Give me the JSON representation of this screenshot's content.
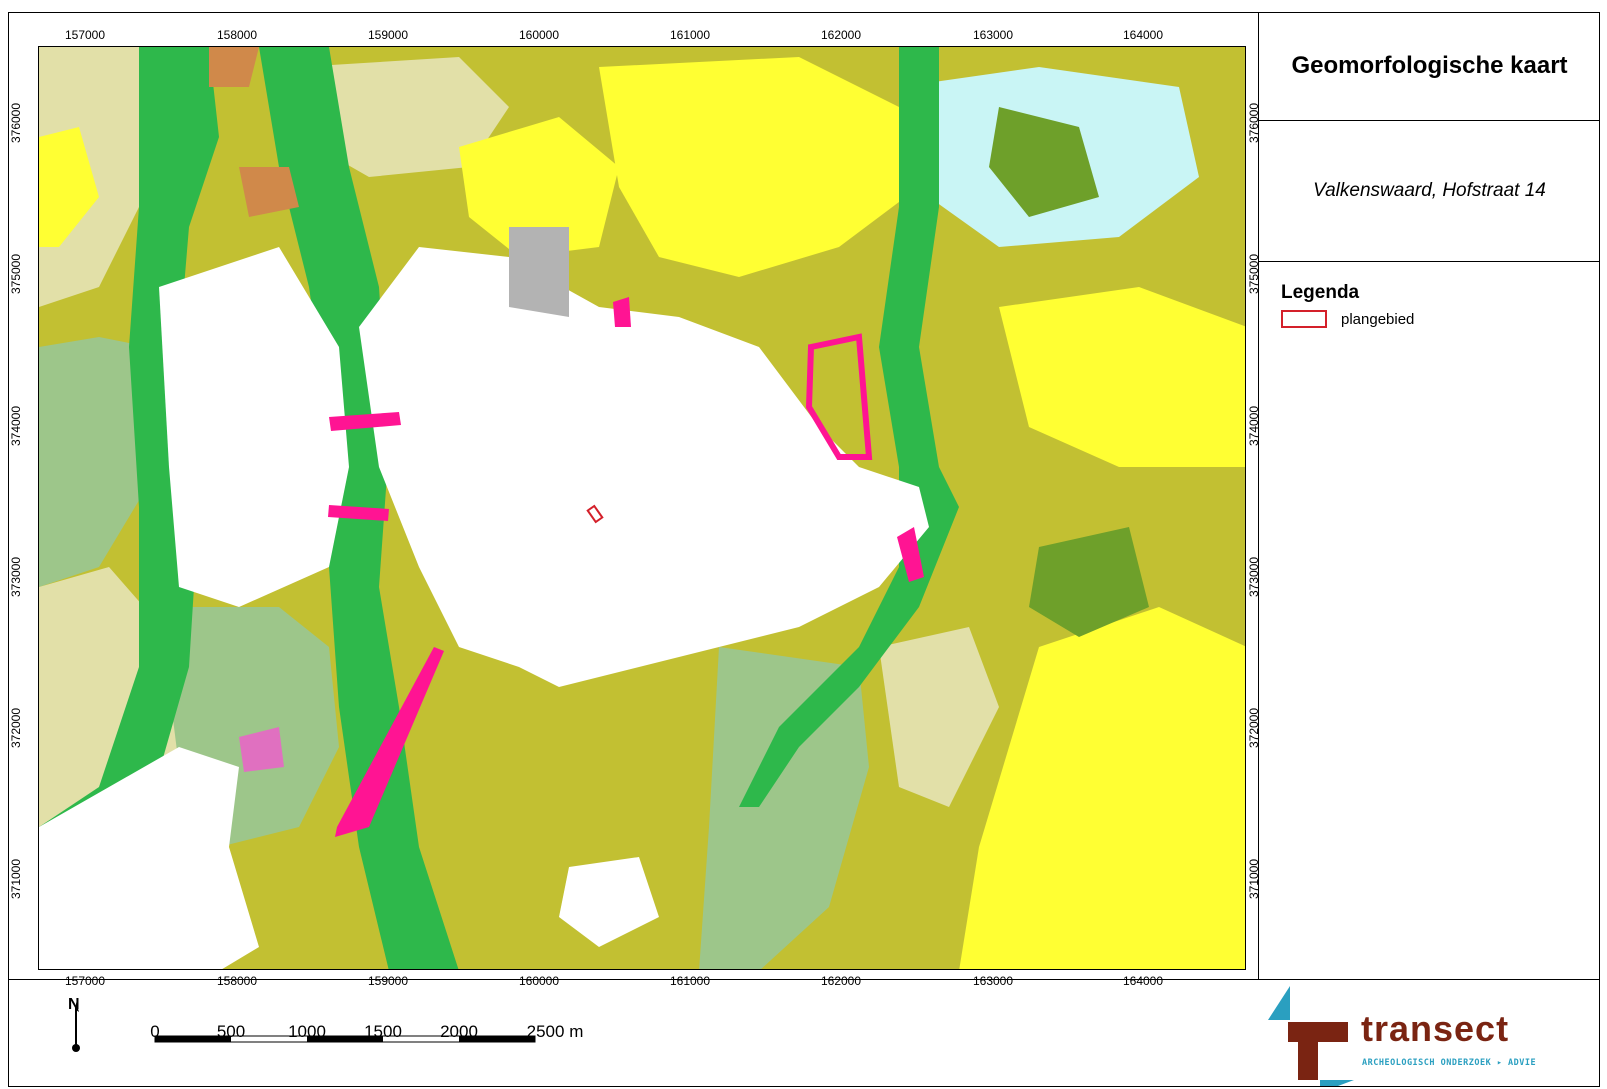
{
  "title": "Geomorfologische kaart",
  "subtitle": "Valkenswaard, Hofstraat 14",
  "legend": {
    "title": "Legenda",
    "items": [
      {
        "label": "plangebied",
        "color": "#d4202a"
      }
    ]
  },
  "axes": {
    "x_ticks": [
      "157000",
      "158000",
      "159000",
      "160000",
      "161000",
      "162000",
      "163000",
      "164000"
    ],
    "y_ticks": [
      "376000",
      "375000",
      "374000",
      "373000",
      "372000",
      "371000"
    ]
  },
  "north_label": "N",
  "scale": {
    "labels": [
      "0",
      "500",
      "1000",
      "1500",
      "2000",
      "2500 m"
    ]
  },
  "logo": {
    "word": "transect",
    "tagline": "ARCHEOLOGISCH ONDERZOEK ▸ ADVIE"
  },
  "map_colors": {
    "olive": "#c2c032",
    "yellow": "#ffff33",
    "green": "#2eb84b",
    "dark-green": "#6ea02a",
    "light-blue": "#c9f5f5",
    "pale": "#e2e0a8",
    "sage": "#9dc68a",
    "grey": "#b3b3b3",
    "magenta": "#ff1493",
    "brown": "#d0894a",
    "built-up": "#ffffff"
  }
}
